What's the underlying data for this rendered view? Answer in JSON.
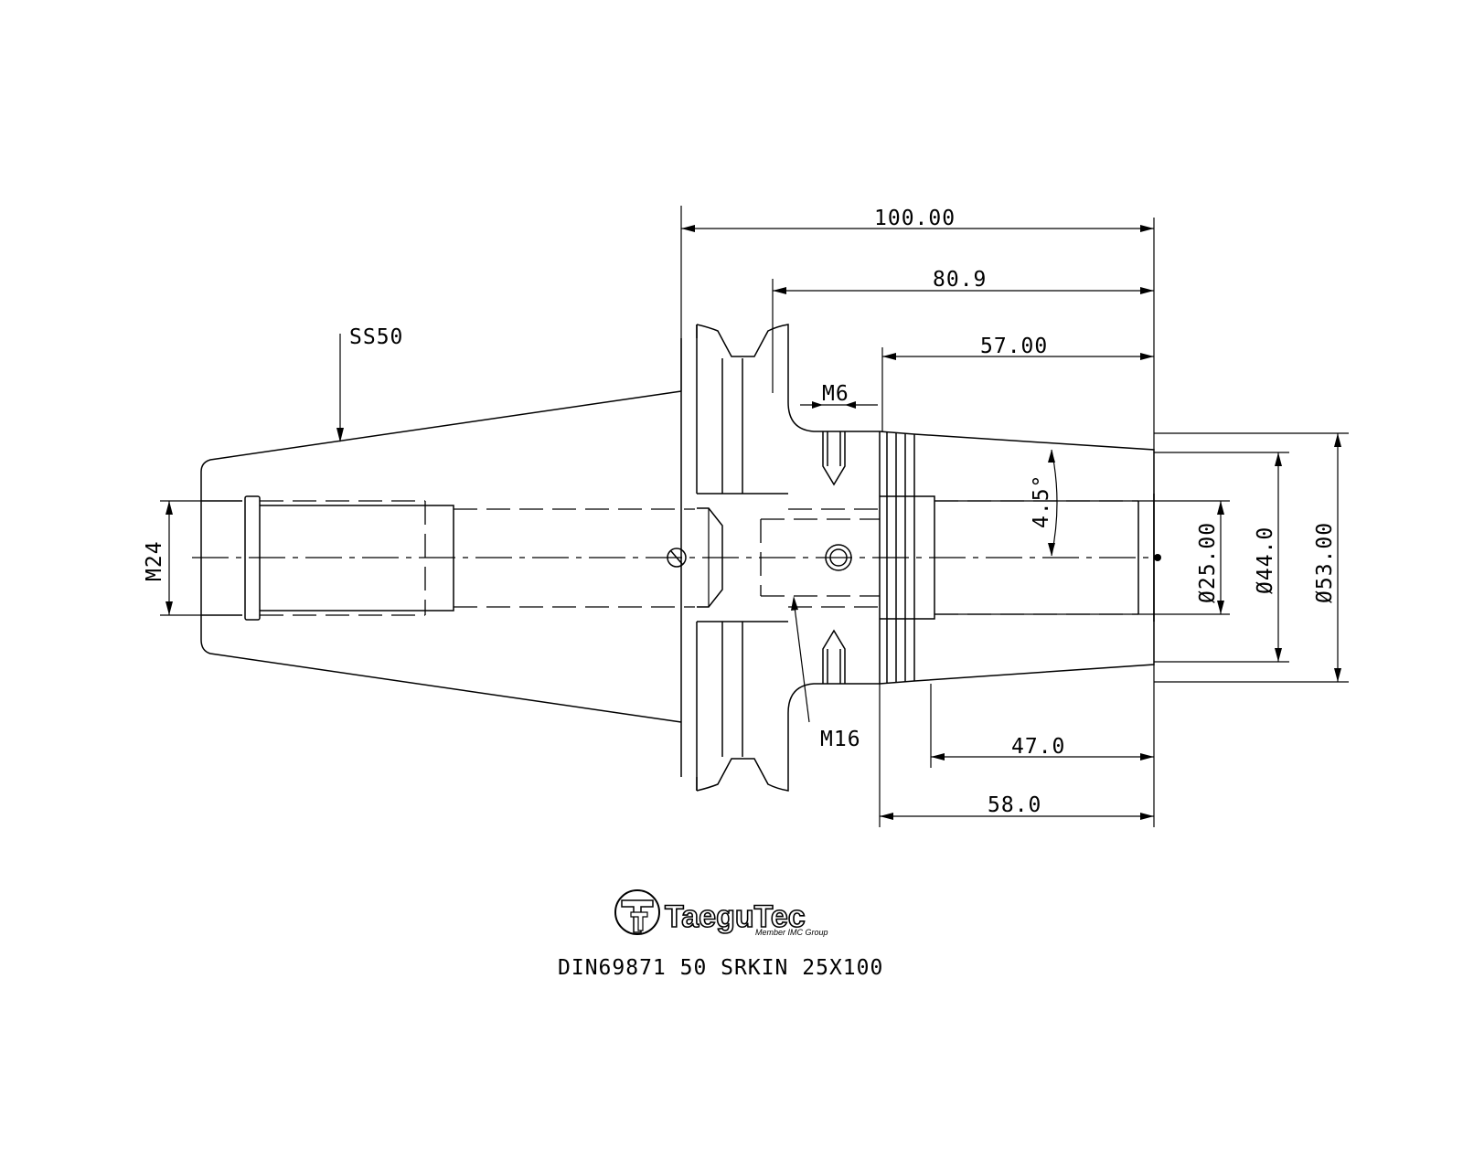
{
  "drawing": {
    "dimensions": {
      "overall_length": "100.00",
      "length_80": "80.9",
      "length_57": "57.00",
      "length_47": "47.0",
      "length_58": "58.0",
      "angle": "4.5°",
      "dia_25": "Ø25.00",
      "dia_44": "Ø44.0",
      "dia_53": "Ø53.00"
    },
    "labels": {
      "taper": "SS50",
      "thread_m6": "M6",
      "thread_m16": "M16",
      "thread_m24": "M24"
    }
  },
  "logo": {
    "brand": "TaeguTec",
    "tagline": "Member IMC Group",
    "icon": "taegutec-logo-icon"
  },
  "model": {
    "code": "DIN69871 50 SRKIN 25X100"
  }
}
